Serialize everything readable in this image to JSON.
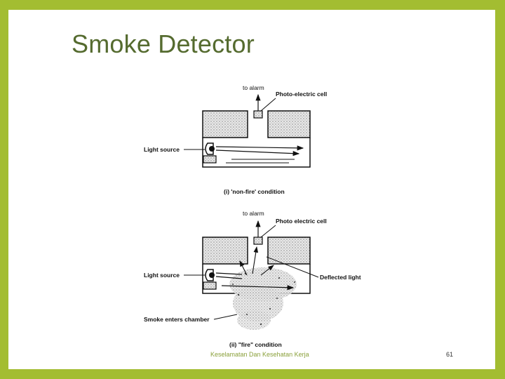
{
  "slide": {
    "title": "Smoke Detector",
    "footer": "Keselamatan Dan Kesehatan Kerja",
    "page_number": "61"
  },
  "diagram_top": {
    "to_alarm": "to alarm",
    "photo_cell": "Photo-electric cell",
    "light_source": "Light source",
    "caption": "(i)  'non-fire' condition"
  },
  "diagram_bottom": {
    "to_alarm": "to alarm",
    "photo_cell": "Photo electric cell",
    "light_source": "Light source",
    "deflected": "Deflected light",
    "smoke": "Smoke enters chamber",
    "caption": "(ii)  \"fire\" condition"
  },
  "colors": {
    "background": "#a3bd31",
    "title": "#556b2f"
  }
}
